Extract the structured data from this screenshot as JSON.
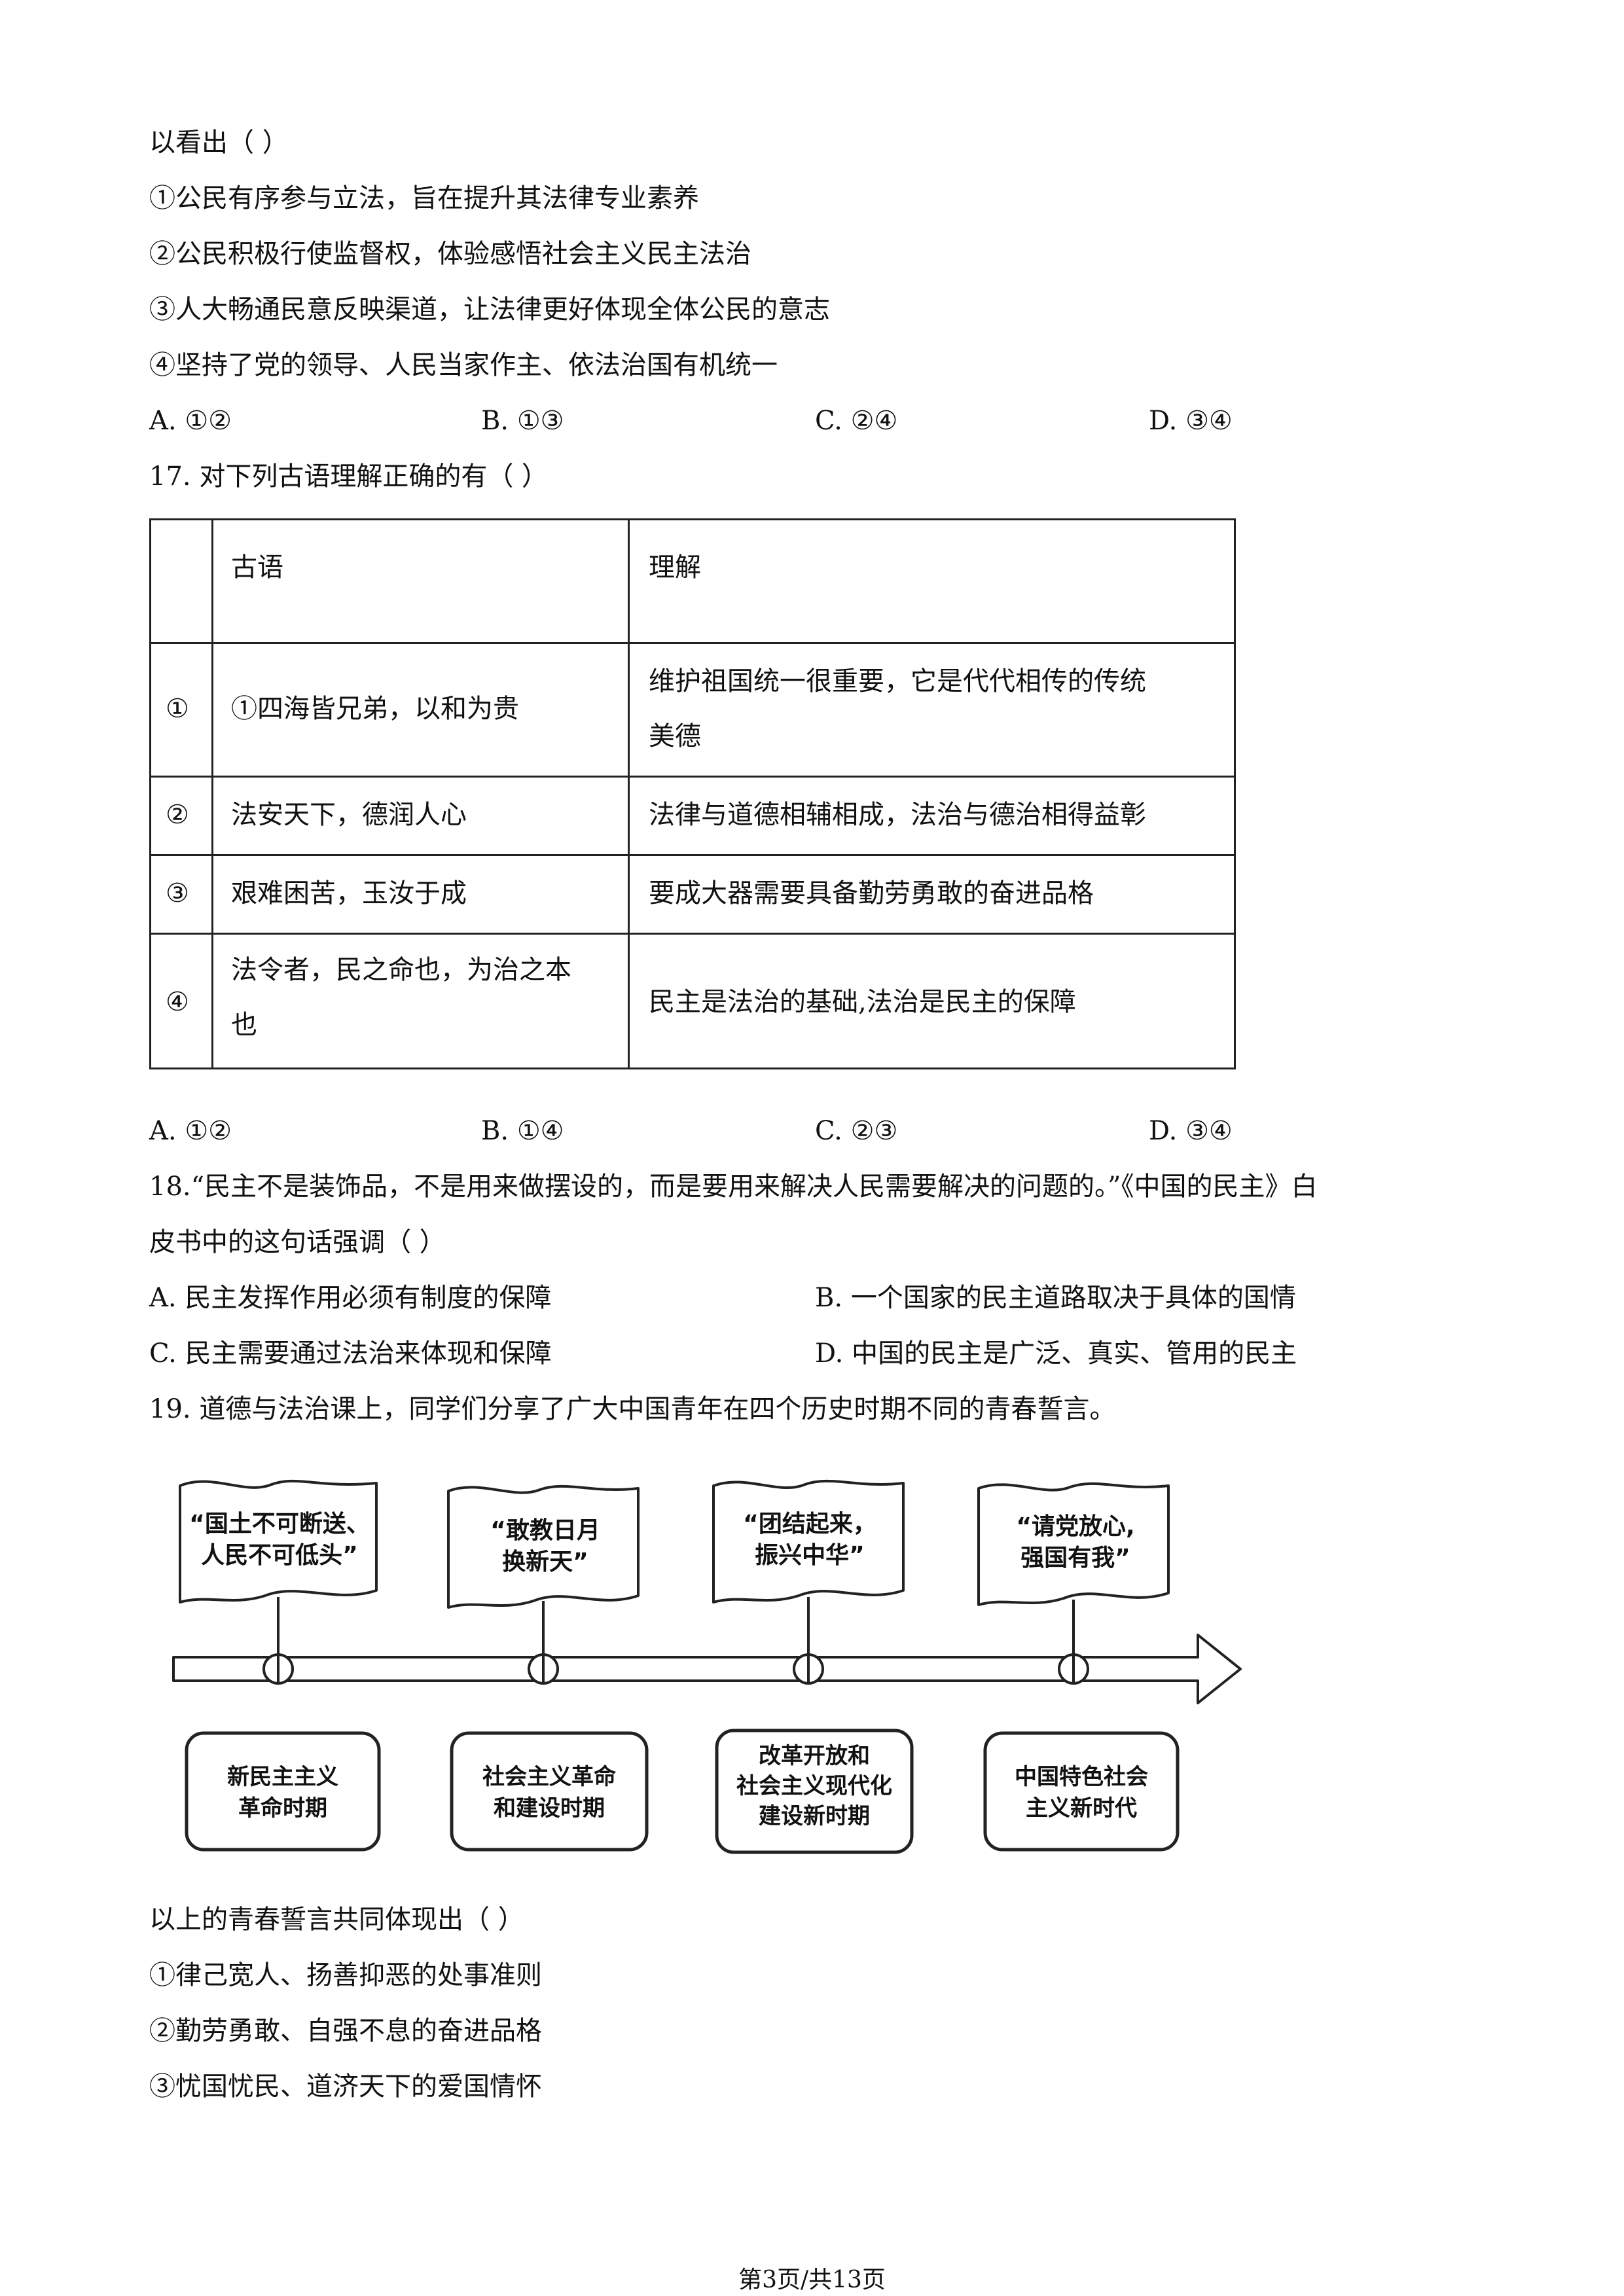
{
  "q16": {
    "stem_tail": "以看出（    ）",
    "items": [
      "①公民有序参与立法，旨在提升其法律专业素养",
      "②公民积极行使监督权，体验感悟社会主义民主法治",
      "③人大畅通民意反映渠道，让法律更好体现全体公民的意志",
      "④坚持了党的领导、人民当家作主、依法治国有机统一"
    ],
    "options": [
      "A. ①②",
      "B. ①③",
      "C. ②④",
      "D. ③④"
    ]
  },
  "q17": {
    "stem": "17. 对下列古语理解正确的有（    ）",
    "table": {
      "headers": [
        "",
        "古语",
        "理解"
      ],
      "rows": [
        {
          "num": "①",
          "saying": [
            "①四海皆兄弟，以和为贵"
          ],
          "meaning": [
            "维护祖国统一很重要，它是代代相传的传统",
            "美德"
          ]
        },
        {
          "num": "②",
          "saying": [
            "法安天下，德润人心"
          ],
          "meaning": [
            "法律与道德相辅相成，法治与德治相得益彰"
          ]
        },
        {
          "num": "③",
          "saying": [
            "艰难困苦，玉汝于成"
          ],
          "meaning": [
            "要成大器需要具备勤劳勇敢的奋进品格"
          ]
        },
        {
          "num": "④",
          "saying": [
            "法令者，民之命也，为治之本",
            "也"
          ],
          "meaning": [
            "民主是法治的基础,法治是民主的保障"
          ]
        }
      ]
    },
    "options": [
      "A. ①②",
      "B. ①④",
      "C. ②③",
      "D. ③④"
    ]
  },
  "q18": {
    "stem_line1": "18.“民主不是装饰品，不是用来做摆设的，而是要用来解决人民需要解决的问题的。”《中国的民主》白",
    "stem_line2": "皮书中的这句话强调（    ）",
    "options": [
      "A. 民主发挥作用必须有制度的保障",
      "B. 一个国家的民主道路取决于具体的国情",
      "C. 民主需要通过法治来体现和保障",
      "D. 中国的民主是广泛、真实、管用的民主"
    ]
  },
  "q19": {
    "stem": "19. 道德与法治课上，同学们分享了广大中国青年在四个历史时期不同的青春誓言。",
    "flags": [
      [
        "“国土不可断送、",
        "人民不可低头”"
      ],
      [
        "“敢教日月",
        "换新天”"
      ],
      [
        "“团结起来，",
        "振兴中华”"
      ],
      [
        "“请党放心,",
        "强国有我”"
      ]
    ],
    "periods": [
      [
        "新民主主义",
        "革命时期"
      ],
      [
        "社会主义革命",
        "和建设时期"
      ],
      [
        "改革开放和",
        "社会主义现代化",
        "建设新时期"
      ],
      [
        "中国特色社会",
        "主义新时代"
      ]
    ],
    "question": "以上的青春誓言共同体现出（    ）",
    "items": [
      "①律己宽人、扬善抑恶的处事准则",
      "②勤劳勇敢、自强不息的奋进品格",
      "③忧国忧民、道济天下的爱国情怀"
    ]
  },
  "footer": "第3页/共13页"
}
